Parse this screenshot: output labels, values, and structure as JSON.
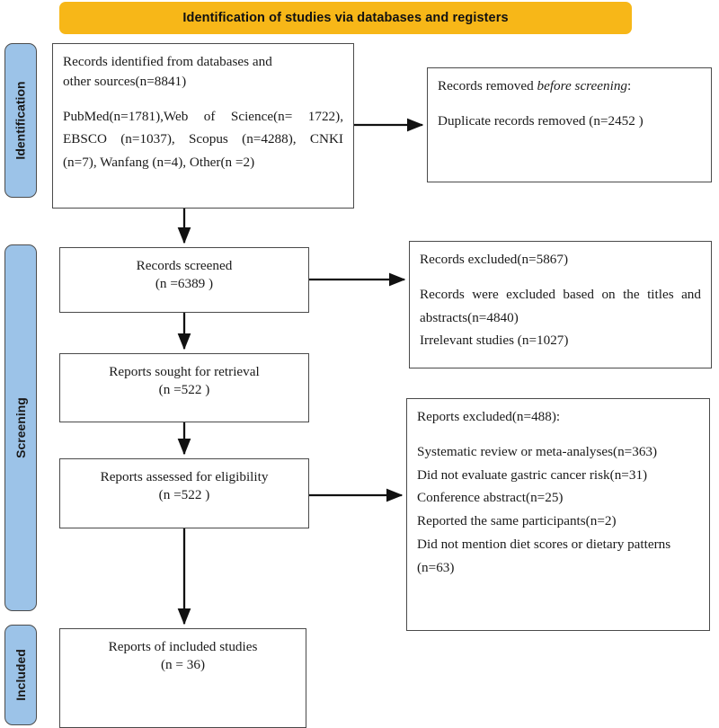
{
  "banner": {
    "title": "Identification of studies via databases and registers",
    "color": "#F7B718"
  },
  "phases": {
    "color": "#9CC3E8",
    "identification": "Identification",
    "screening": "Screening",
    "included": "Included"
  },
  "boxes": {
    "identified": {
      "line1": "Records identified from databases and",
      "line2": "other sources(n=8841)",
      "source1": "PubMed(n=1781),Web of Science(n= 1722),",
      "source2": "EBSCO (n=1037), Scopus (n=4288), CNKI",
      "source3": "(n=7), Wanfang (n=4), Other(n =2)"
    },
    "removed": {
      "title_a": "Records removed ",
      "title_b": "before screening",
      "title_c": ":",
      "line1": "Duplicate records removed (n=2452 )"
    },
    "screened": {
      "label": "Records screened",
      "count": "(n =6389 )"
    },
    "excluded_screening": {
      "title": "Records excluded(n=5867)",
      "line1": "Records were excluded based on the titles and",
      "line2": "abstracts(n=4840)",
      "line3": "Irrelevant studies (n=1027)"
    },
    "sought": {
      "label": "Reports sought for retrieval",
      "count": "(n =522 )"
    },
    "assessed": {
      "label": "Reports assessed for eligibility",
      "count": "(n =522 )"
    },
    "excluded_eligibility": {
      "title": "Reports excluded(n=488):",
      "reason1": "Systematic review or meta-analyses(n=363)",
      "reason2": "Did not evaluate gastric cancer risk(n=31)",
      "reason3": "Conference abstract(n=25)",
      "reason4": "Reported the same participants(n=2)",
      "reason5": "Did not mention diet scores or dietary patterns",
      "reason6": "(n=63)"
    },
    "included": {
      "label": "Reports of included studies",
      "count": "(n = 36)"
    }
  }
}
